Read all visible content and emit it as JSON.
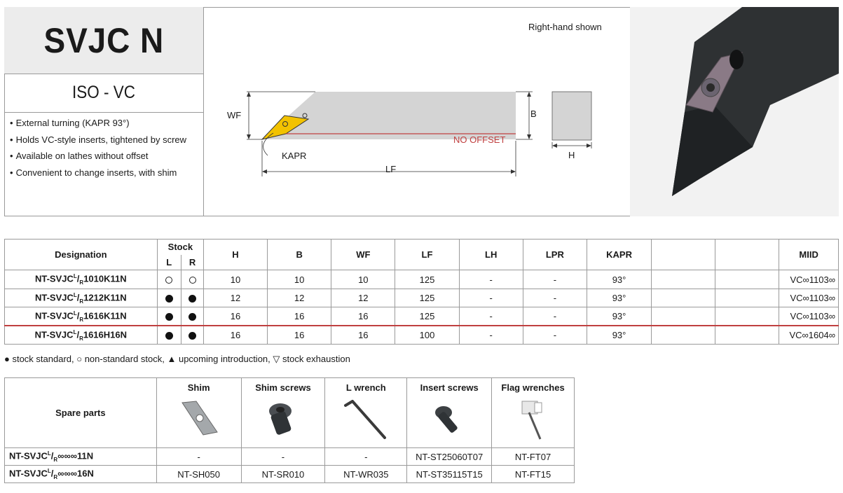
{
  "header": {
    "title": "SVJC N",
    "subtitle": "ISO - VC",
    "features": [
      "External turning (KAPR 93°)",
      "Holds VC-style inserts, tightened by screw",
      "Available on lathes without offset",
      "Convenient to change inserts, with shim"
    ],
    "drawing": {
      "note": "Right-hand shown",
      "wf": "WF",
      "b": "B",
      "h": "H",
      "lf": "LF",
      "kapr": "KAPR",
      "no_offset": "NO OFFSET"
    }
  },
  "main_table": {
    "columns": {
      "designation": "Designation",
      "stock": "Stock",
      "stock_l": "L",
      "stock_r": "R",
      "h": "H",
      "b": "B",
      "wf": "WF",
      "lf": "LF",
      "lh": "LH",
      "lpr": "LPR",
      "kapr": "KAPR",
      "blank1": "",
      "blank2": "",
      "miid": "MIID"
    },
    "rows": [
      {
        "pre": "NT-SVJC",
        "sup": "L",
        "mid": "/",
        "sub": "R",
        "post": "1010K11N",
        "l": "non-standard",
        "r": "non-standard",
        "h": "10",
        "b": "10",
        "wf": "10",
        "lf": "125",
        "lh": "-",
        "lpr": "-",
        "kapr": "93°",
        "miid": "VC∞1103∞"
      },
      {
        "pre": "NT-SVJC",
        "sup": "L",
        "mid": "/",
        "sub": "R",
        "post": "1212K11N",
        "l": "standard",
        "r": "standard",
        "h": "12",
        "b": "12",
        "wf": "12",
        "lf": "125",
        "lh": "-",
        "lpr": "-",
        "kapr": "93°",
        "miid": "VC∞1103∞"
      },
      {
        "pre": "NT-SVJC",
        "sup": "L",
        "mid": "/",
        "sub": "R",
        "post": "1616K11N",
        "l": "standard",
        "r": "standard",
        "h": "16",
        "b": "16",
        "wf": "16",
        "lf": "125",
        "lh": "-",
        "lpr": "-",
        "kapr": "93°",
        "miid": "VC∞1103∞"
      },
      {
        "pre": "NT-SVJC",
        "sup": "L",
        "mid": "/",
        "sub": "R",
        "post": "1616H16N",
        "l": "standard",
        "r": "standard",
        "h": "16",
        "b": "16",
        "wf": "16",
        "lf": "100",
        "lh": "-",
        "lpr": "-",
        "kapr": "93°",
        "miid": "VC∞1604∞"
      }
    ]
  },
  "legend": "● stock standard,  ○ non-standard stock,  ▲ upcoming introduction,  ▽ stock exhaustion",
  "spare_table": {
    "label": "Spare parts",
    "columns": [
      "Shim",
      "Shim screws",
      "L wrench",
      "Insert screws",
      "Flag wrenches"
    ],
    "rows": [
      {
        "pre": "NT-SVJC",
        "sup": "L",
        "mid": "/",
        "sub": "R",
        "post": "∞∞∞11N",
        "values": [
          "-",
          "-",
          "-",
          "NT-ST25060T07",
          "NT-FT07"
        ]
      },
      {
        "pre": "NT-SVJC",
        "sup": "L",
        "mid": "/",
        "sub": "R",
        "post": "∞∞∞16N",
        "values": [
          "NT-SH050",
          "NT-SR010",
          "NT-WR035",
          "NT-ST35115T15",
          "NT-FT15"
        ]
      }
    ]
  },
  "colors": {
    "border": "#9a9a9a",
    "accent_red": "#c04040",
    "insert_yellow": "#f2c200",
    "body_gray": "#d4d4d4"
  }
}
